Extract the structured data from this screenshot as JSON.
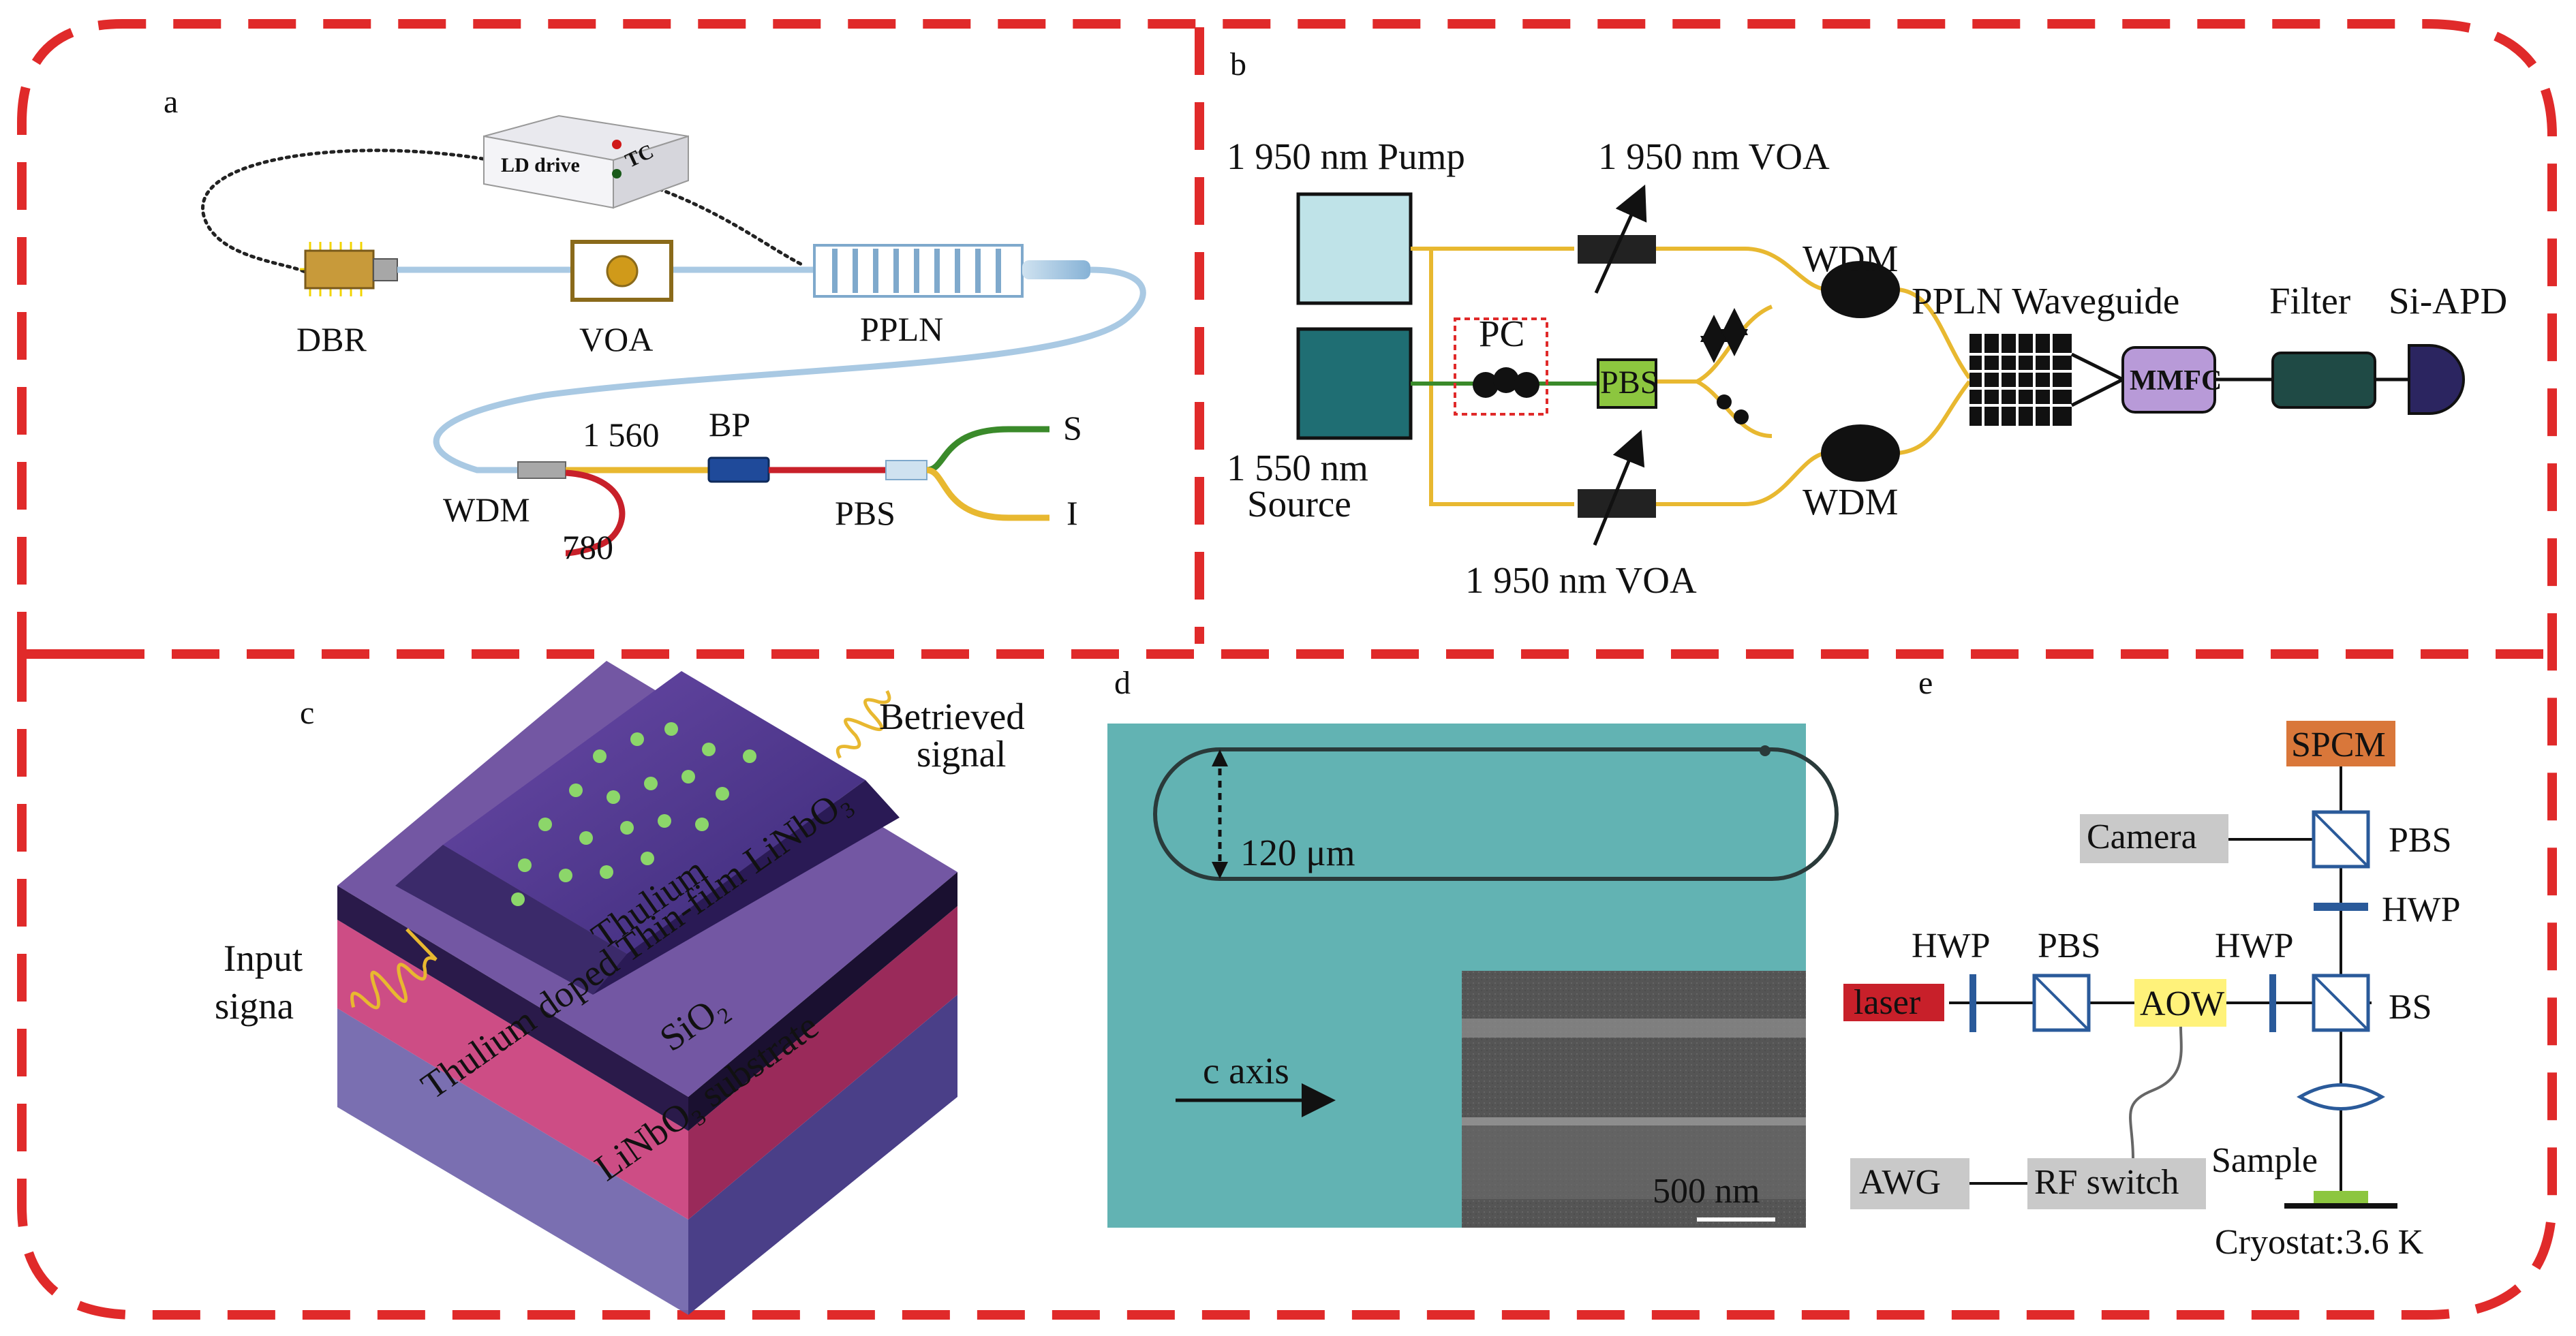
{
  "panels": {
    "a": {
      "letter": "a",
      "driver_label": "LD drive",
      "tc_label": "TC",
      "dbr": "DBR",
      "voa": "VOA",
      "ppln": "PPLN",
      "wdm": "WDM",
      "l1560": "1 560",
      "bp": "BP",
      "l780": "780",
      "pbs": "PBS",
      "s": "S",
      "i": "I"
    },
    "b": {
      "letter": "b",
      "pump": "1 950 nm Pump",
      "voa_top": "1 950 nm VOA",
      "voa_bottom": "1 950 nm VOA",
      "source_1": "1 550 nm",
      "source_2": "Source",
      "pc": "PC",
      "pbs": "PBS",
      "wdm_top": "WDM",
      "wdm_bottom": "WDM",
      "ppln": "PPLN Waveguide",
      "mmfc": "MMFC",
      "filter": "Filter",
      "apd": "Si-APD"
    },
    "c": {
      "letter": "c",
      "retrieved_1": "Betrieved",
      "retrieved_2": "signal",
      "input_1": "Input",
      "input_2": "signa",
      "thulium": "Thulium",
      "film": "Thulium doped Thin-film LiNbO₃",
      "sio2": "SiO₂",
      "substrate": "LiNbO₃ substrate"
    },
    "d": {
      "letter": "d",
      "width_label": "120 μm",
      "axis_label": "c axis",
      "scale": "500 nm"
    },
    "e": {
      "letter": "e",
      "spcm": "SPCM",
      "camera": "Camera",
      "pbs_top": "PBS",
      "hwp_top": "HWP",
      "hwp_left": "HWP",
      "pbs_mid": "PBS",
      "hwp_mid": "HWP",
      "laser": "laser",
      "aow": "AOW",
      "bs": "BS",
      "sample": "Sample",
      "awg": "AWG",
      "rf": "RF switch",
      "cryostat": "Cryostat:3.6 K"
    }
  },
  "colors": {
    "border": "#e02a2a",
    "fiber_yellow": "#e8b830",
    "fiber_blue": "#a9c9e3",
    "fiber_red": "#c8202a",
    "fiber_green": "#3a8a2a",
    "pbs_green": "#8cc63f",
    "mmfc_purple": "#b89ad8",
    "filter_teal": "#1f4a45",
    "apd_navy": "#2b2560",
    "teal_dark": "#1f6e73",
    "teal_light": "#bfe3e8",
    "optic_blue": "#2a5a9a",
    "spcm_orange": "#d9773a",
    "laser_red": "#c8202a",
    "aow_yellow": "#fff27a",
    "box_gray": "#c9c9c9",
    "sample_green": "#8cc63f",
    "chip_purple": "#5b3a93",
    "chip_pink": "#c83a78",
    "chip_sub": "#6b5fa8",
    "micro_bg": "#62b3b3",
    "sem_gray": "#5a5a5a"
  }
}
